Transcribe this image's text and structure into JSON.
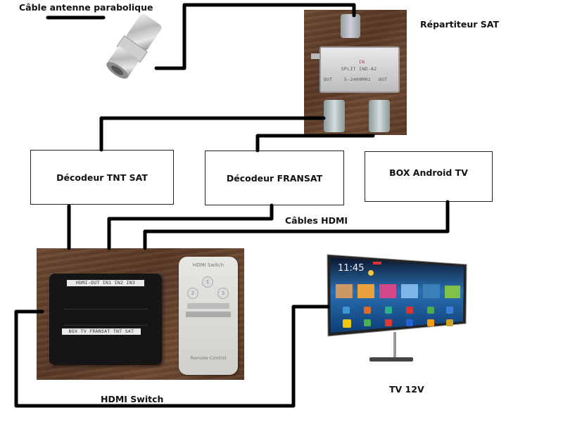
{
  "labels": {
    "antenna_cable": "Câble antenne parabolique",
    "splitter": "Répartiteur SAT",
    "hdmi_cables": "Câbles HDMI",
    "hdmi_switch": "HDMI Switch",
    "tv": "TV 12V"
  },
  "boxes": {
    "tnt_sat": "Décodeur TNT SAT",
    "fransat": "Décodeur FRANSAT",
    "android_box": "BOX Android TV"
  },
  "splitter_photo": {
    "model": "SPLIT IND-A2",
    "freq": "5-2400MHz",
    "out_left": "OUT",
    "out_right": "OUT",
    "in": "IN"
  },
  "switch_photo": {
    "top_tag": "HDMI-OUT  IN1  IN2  IN3",
    "bottom_tag": "BOX TV  FRANSAT  TNT SAT",
    "remote_title": "HDMI Switch",
    "remote_buttons": [
      "1",
      "2",
      "3"
    ],
    "remote_footer": "Remote Control"
  },
  "tv_photo": {
    "clock": "11:45"
  }
}
